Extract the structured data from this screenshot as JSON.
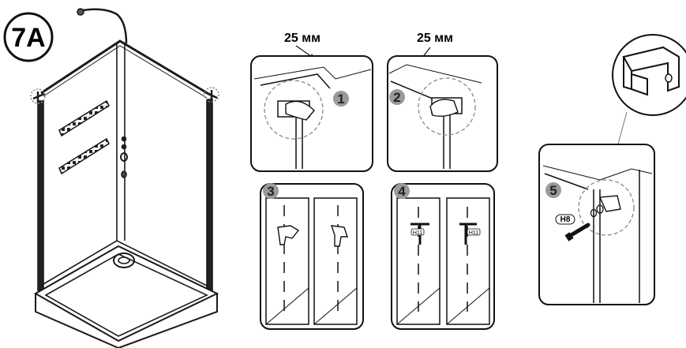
{
  "step_label": "7A",
  "dimensions": {
    "panel1": "25 мм",
    "panel2": "25 мм"
  },
  "step_numbers": {
    "p1": "1",
    "p2": "2",
    "p3": "3",
    "p4": "4",
    "p5": "5"
  },
  "tags": {
    "drill_left": "H11",
    "drill_right": "H11",
    "screw": "H8"
  },
  "colors": {
    "line": "#1a1a1a",
    "gray_badge": "#9a9a9a",
    "dashed_circle": "#8a8a8a"
  }
}
